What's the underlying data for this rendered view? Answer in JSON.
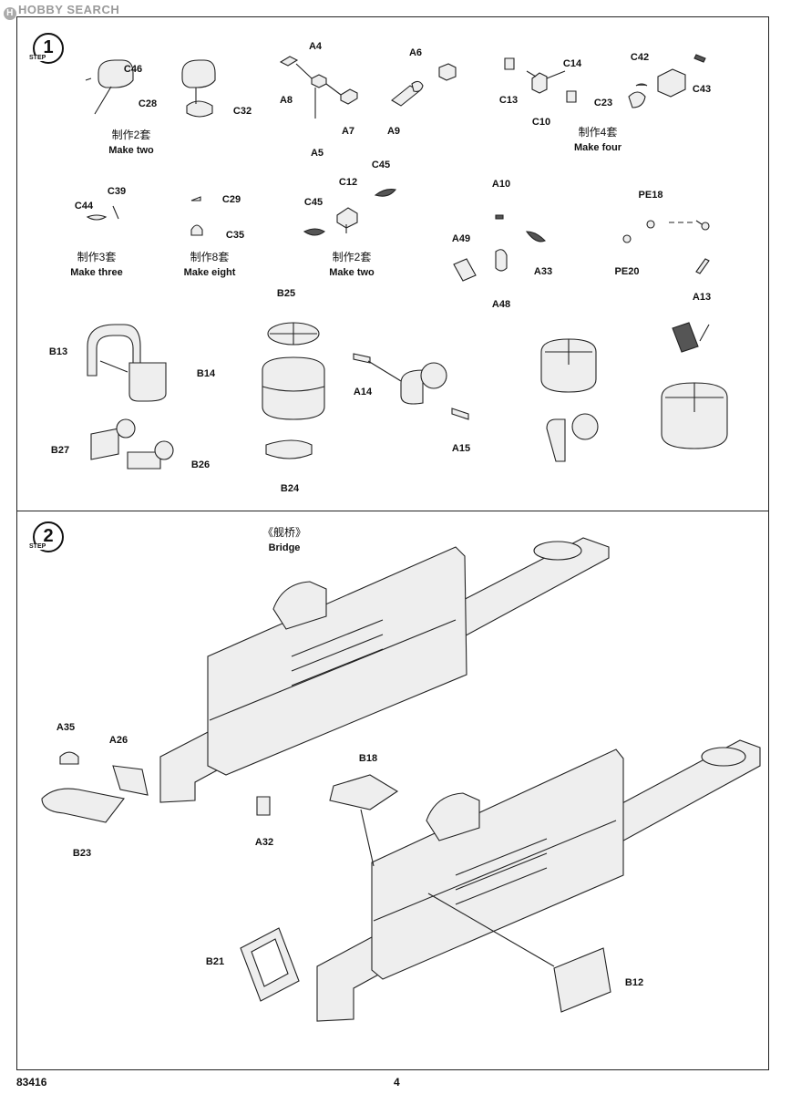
{
  "watermark": "HOBBY SEARCH",
  "steps": [
    {
      "number": "1",
      "label": "STEP"
    },
    {
      "number": "2",
      "label": "STEP"
    }
  ],
  "step1": {
    "labels": {
      "c46": "C46",
      "c28": "C28",
      "c32": "C32",
      "a4": "A4",
      "a8": "A8",
      "a7": "A7",
      "a5": "A5",
      "a6": "A6",
      "a9": "A9",
      "c14": "C14",
      "c13": "C13",
      "c10": "C10",
      "c42": "C42",
      "c23": "C23",
      "c43": "C43",
      "c39": "C39",
      "c44": "C44",
      "c29": "C29",
      "c35": "C35",
      "c45a": "C45",
      "c12": "C12",
      "c45b": "C45",
      "a10": "A10",
      "a49": "A49",
      "a33": "A33",
      "a48": "A48",
      "pe18": "PE18",
      "pe20": "PE20",
      "a13": "A13",
      "b25": "B25",
      "b13": "B13",
      "b14": "B14",
      "a14": "A14",
      "a15": "A15",
      "b27": "B27",
      "b26": "B26",
      "b24": "B24"
    },
    "notes": {
      "two_a_cn": "制作2套",
      "two_a_en": "Make two",
      "four_cn": "制作4套",
      "four_en": "Make four",
      "three_cn": "制作3套",
      "three_en": "Make three",
      "eight_cn": "制作8套",
      "eight_en": "Make eight",
      "two_b_cn": "制作2套",
      "two_b_en": "Make two"
    }
  },
  "step2": {
    "bridge_cn": "《舰桥》",
    "bridge_en": "Bridge",
    "labels": {
      "a35": "A35",
      "a26": "A26",
      "b23": "B23",
      "a32": "A32",
      "b18": "B18",
      "b21": "B21",
      "b12": "B12"
    }
  },
  "footer": {
    "code": "83416",
    "page": "4"
  }
}
